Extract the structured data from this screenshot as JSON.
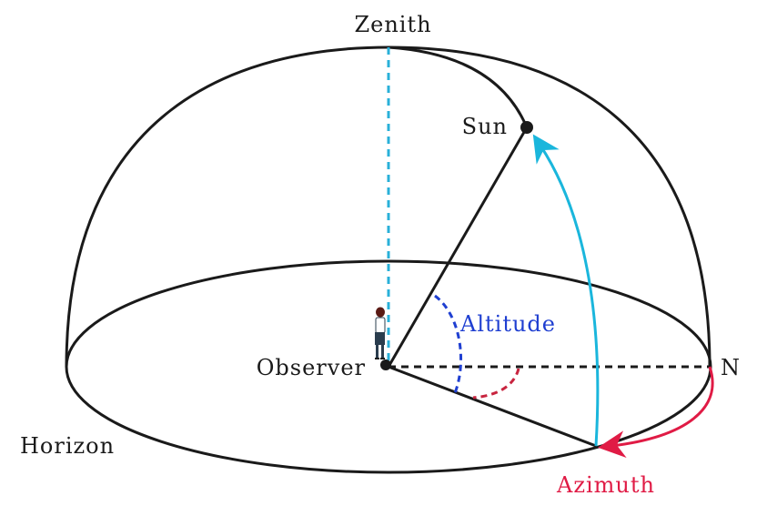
{
  "labels": {
    "zenith": "Zenith",
    "sun": "Sun",
    "altitude": "Altitude",
    "observer": "Observer",
    "north": "N",
    "horizon": "Horizon",
    "azimuth": "Azimuth"
  },
  "colors": {
    "stroke": "#1a1a1a",
    "zenith_line": "#29b0d9",
    "sun_arc": "#1ab6dc",
    "altitude": "#1f3fd1",
    "azimuth": "#e01b45",
    "azimuth_angle": "#c8243f"
  }
}
